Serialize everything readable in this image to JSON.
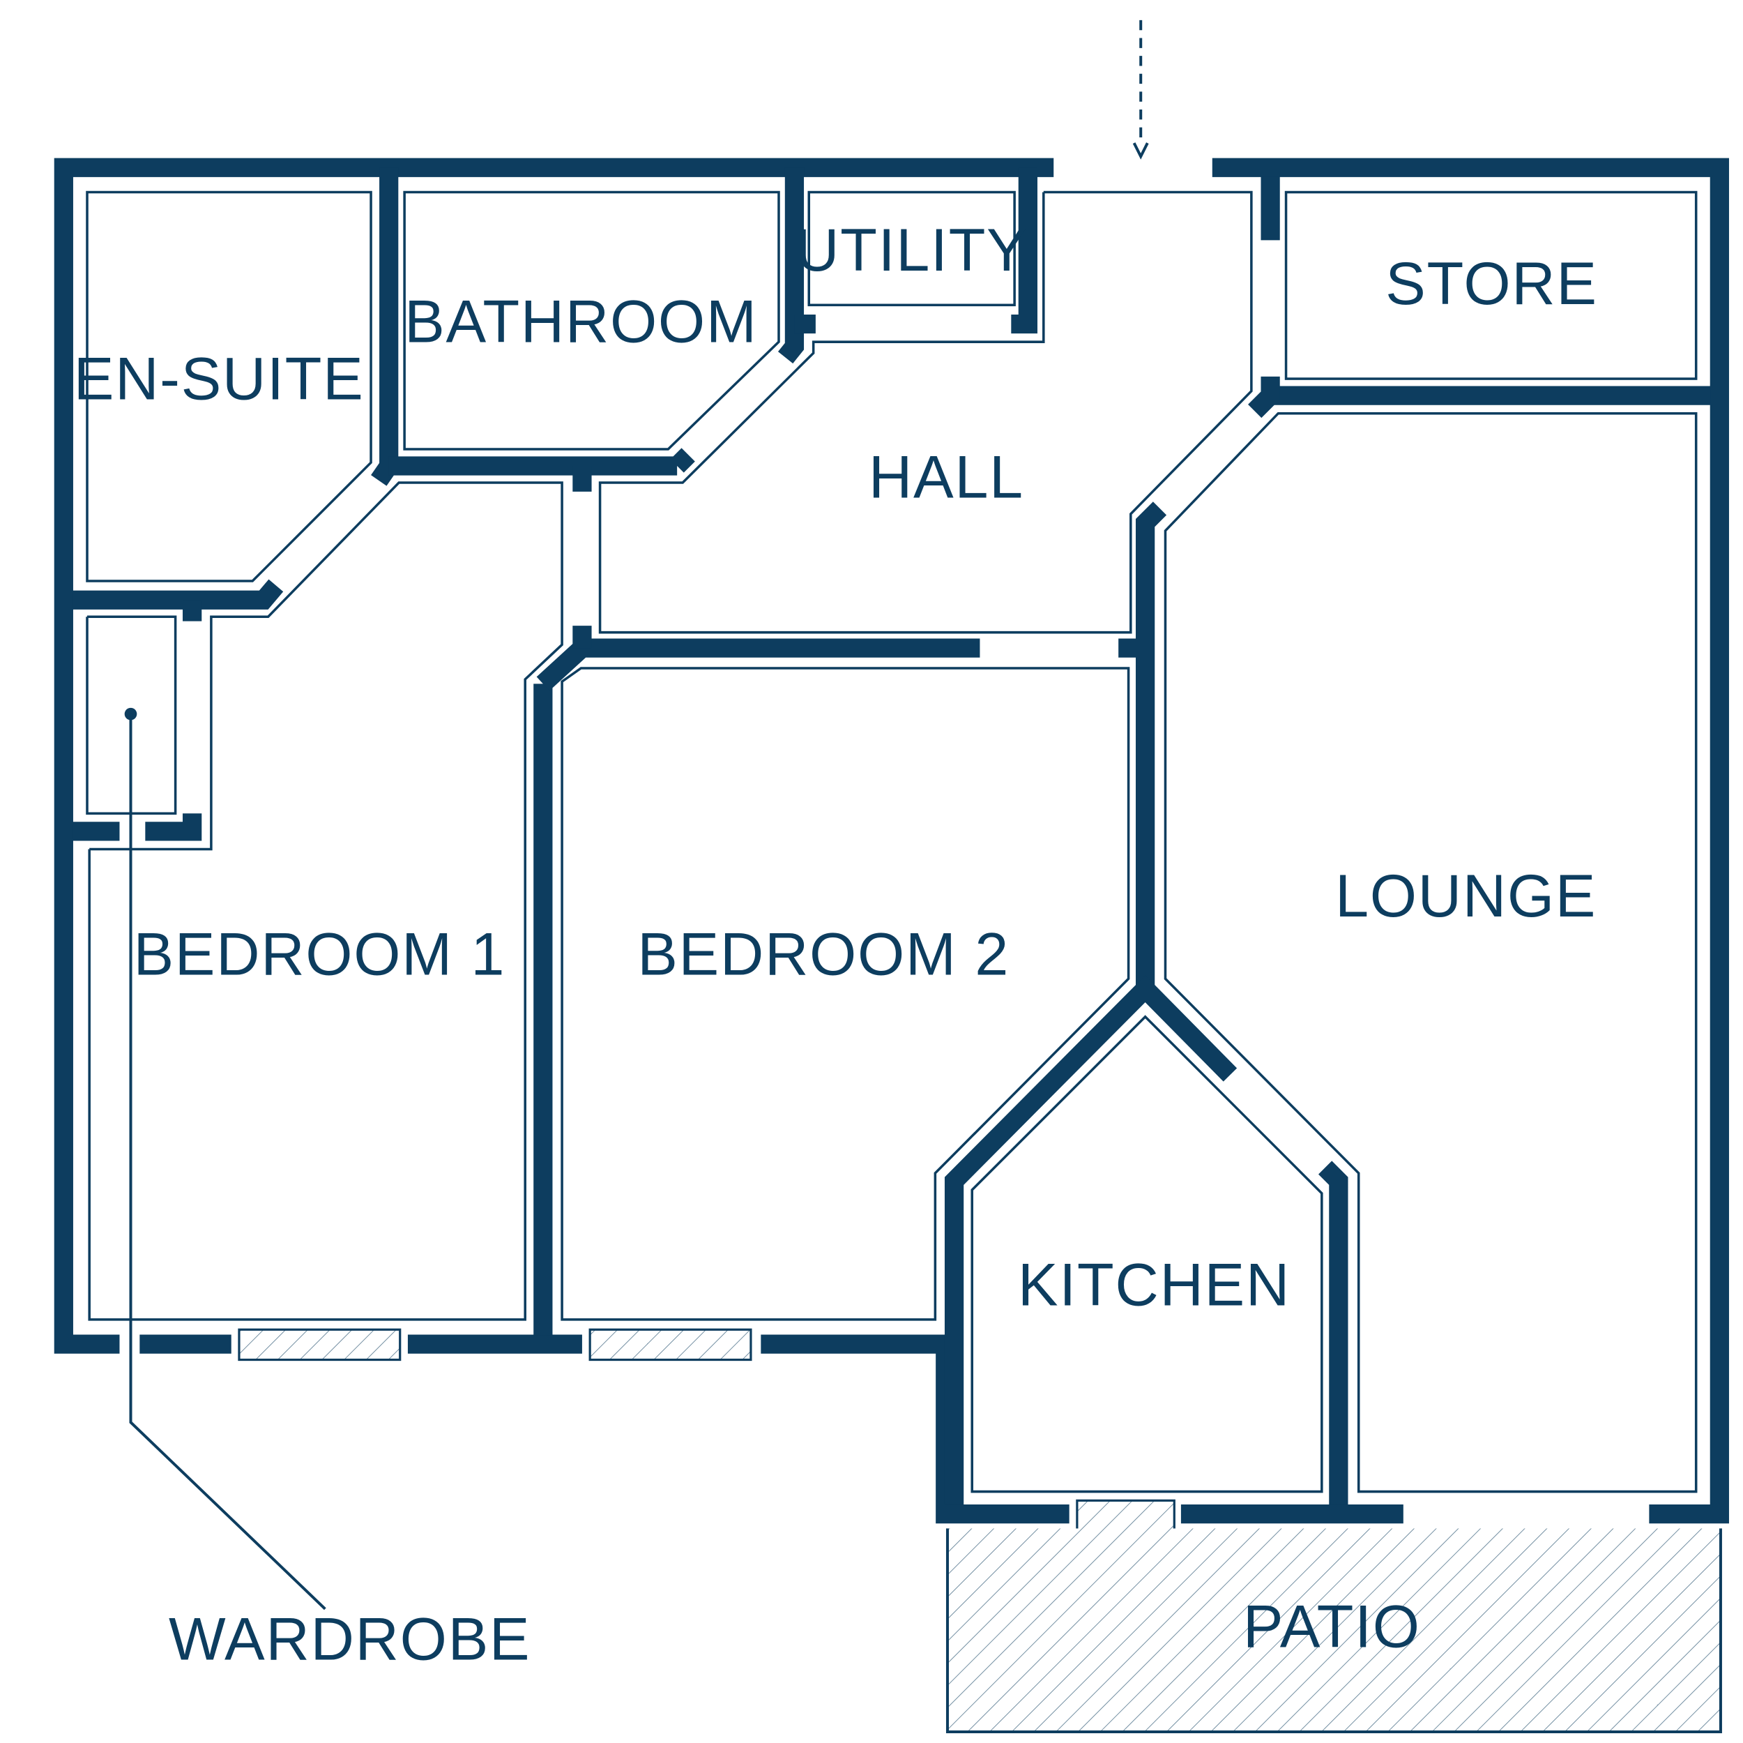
{
  "rooms": {
    "en_suite": "EN-SUITE",
    "bathroom": "BATHROOM",
    "utility": "UTILITY",
    "store": "STORE",
    "hall": "HALL",
    "bedroom_1": "BEDROOM 1",
    "bedroom_2": "BEDROOM 2",
    "lounge": "LOUNGE",
    "kitchen": "KITCHEN",
    "patio": "PATIO"
  },
  "callouts": {
    "wardrobe": "WARDROBE"
  },
  "colors": {
    "wall": "#0d3d5f",
    "background": "#ffffff"
  }
}
